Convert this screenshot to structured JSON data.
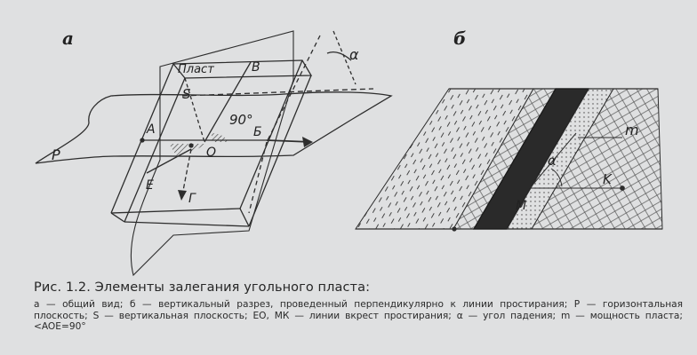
{
  "figure": {
    "panel_a": "а",
    "panel_b": "б",
    "labels_a": {
      "layer": "Пласт",
      "P": "P",
      "S": "S",
      "A": "A",
      "B": "B",
      "Bsoft": "Б",
      "O": "O",
      "E": "E",
      "G": "Г",
      "angle": "90°",
      "alpha": "α"
    },
    "labels_b": {
      "m": "m",
      "alpha": "α",
      "K": "K",
      "M": "M"
    }
  },
  "caption": {
    "title": "Рис. 1.2. Элементы залегания угольного пласта:",
    "body": "а — общий вид; б — вертикальный разрез, проведенный перпендикулярно к линии простирания; P — горизонтальная плоскость; S — вертикальная плоскость; ЕО, МК — линии вкрест простирания; α — угол падения; m — мощность пласта; <AOE=90°"
  }
}
